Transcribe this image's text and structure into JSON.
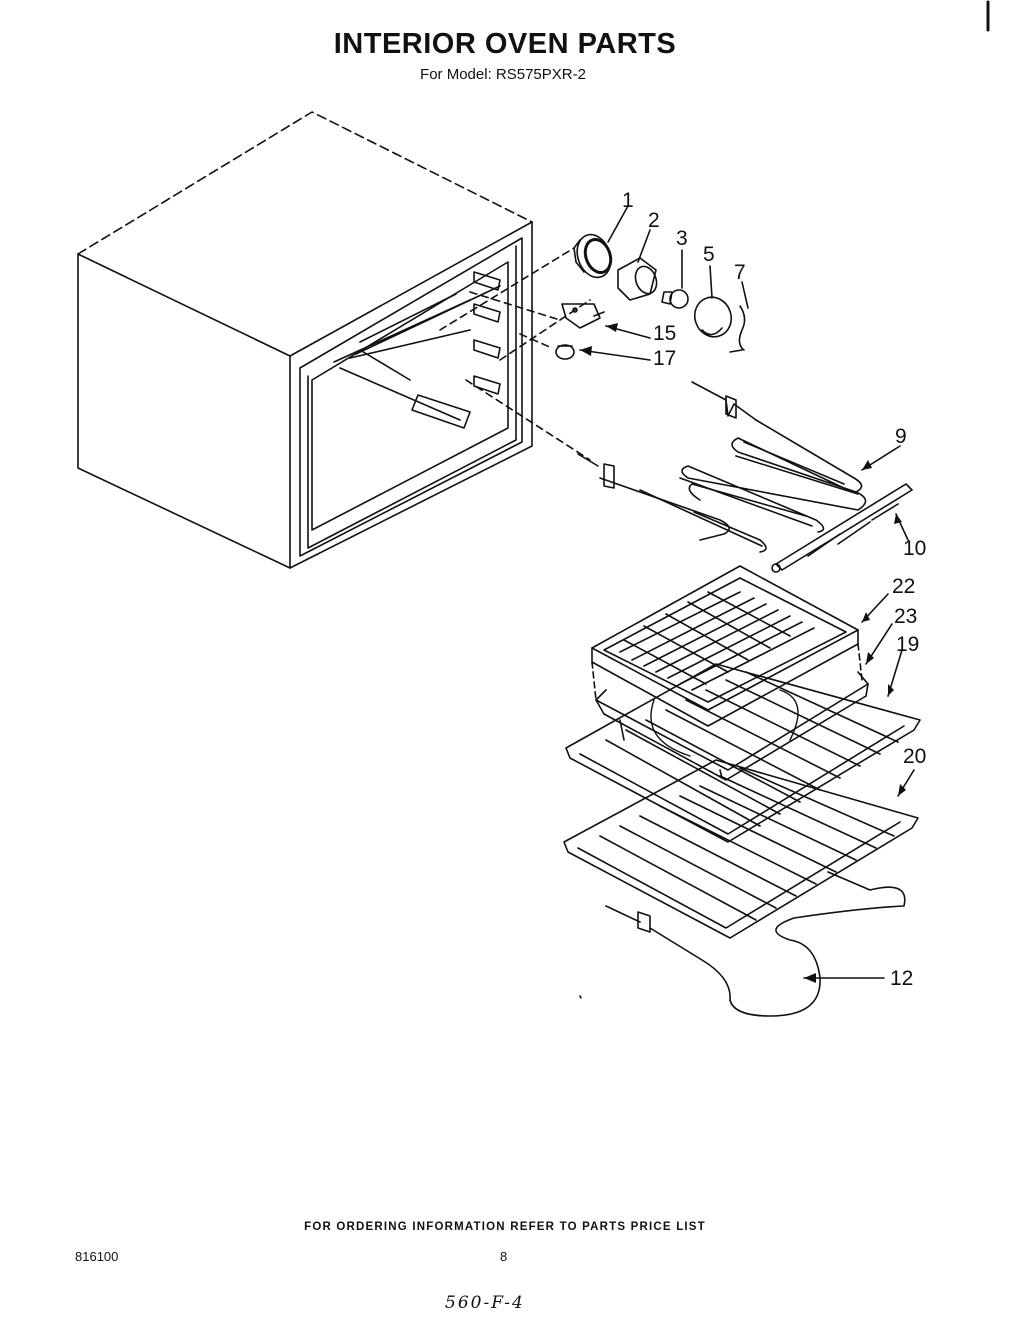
{
  "header": {
    "title": "INTERIOR OVEN PARTS",
    "subtitle": "For Model: RS575PXR-2"
  },
  "callouts": {
    "p1": "1",
    "p2": "2",
    "p3": "3",
    "p5": "5",
    "p7": "7",
    "p15": "15",
    "p17": "17",
    "p9": "9",
    "p10": "10",
    "p22": "22",
    "p23": "23",
    "p19": "19",
    "p20": "20",
    "p12": "12"
  },
  "footer": {
    "note": "FOR ORDERING INFORMATION REFER TO PARTS PRICE LIST",
    "doc_number": "816100",
    "page_number": "8",
    "handwritten_code": "560-F-4"
  }
}
